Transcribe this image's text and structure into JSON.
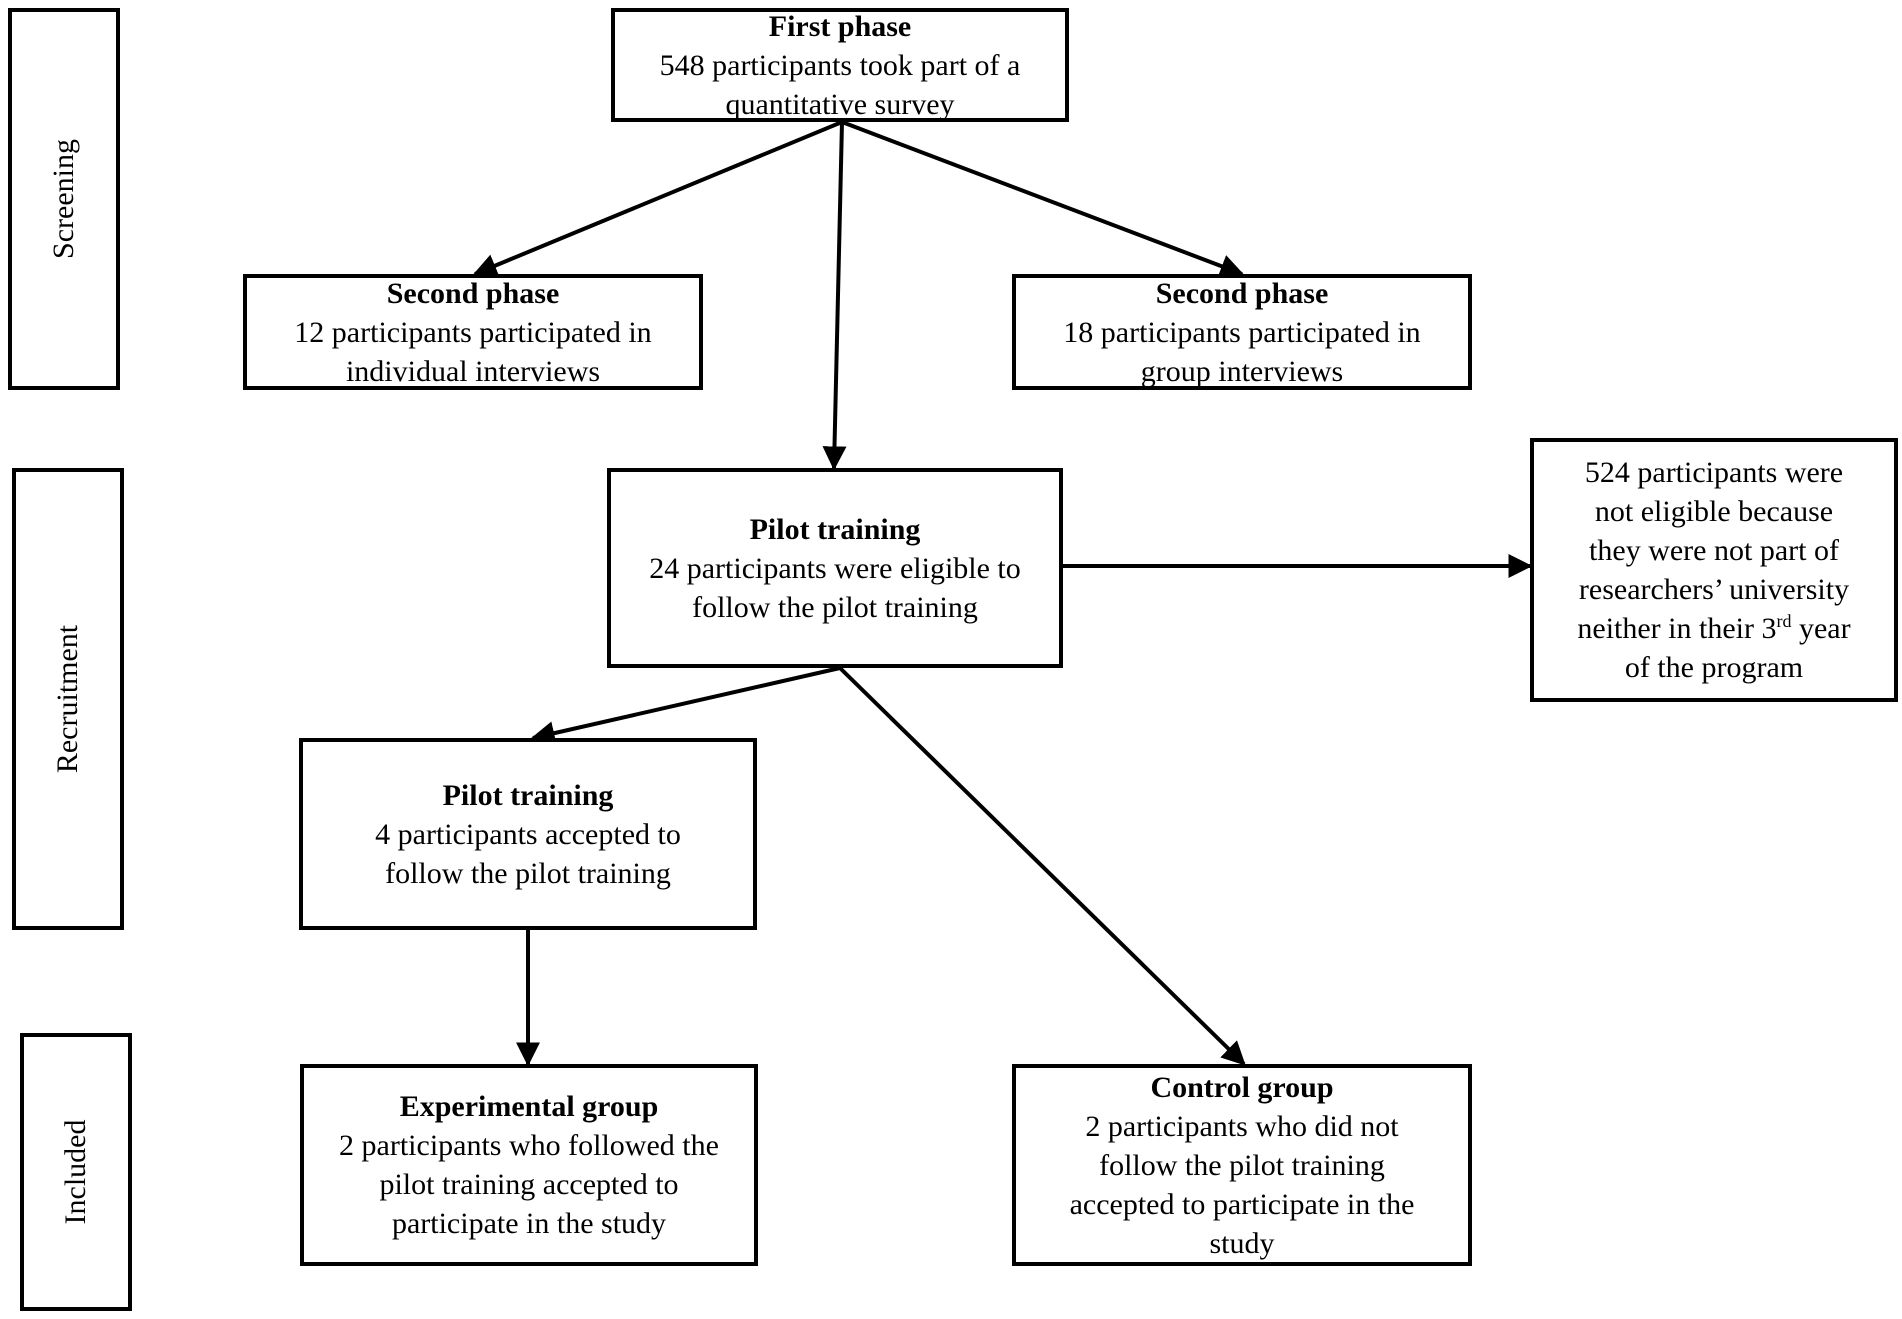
{
  "stages": {
    "screening": "Screening",
    "recruitment": "Recruitment",
    "included": "Included"
  },
  "boxes": {
    "first_phase": {
      "title": "First phase",
      "line1": "548 participants took part of a",
      "line2": "quantitative survey"
    },
    "second_phase_individual": {
      "title": "Second phase",
      "line1": "12 participants participated in",
      "line2": "individual interviews"
    },
    "second_phase_group": {
      "title": "Second phase",
      "line1": "18 participants participated in",
      "line2": "group interviews"
    },
    "pilot_training_eligible": {
      "title": "Pilot training",
      "line1": "24 participants were eligible to",
      "line2": "follow the pilot training"
    },
    "not_eligible": {
      "line1": "524 participants were",
      "line2": "not eligible because",
      "line3": "they were not part of",
      "line4": "researchers’ university",
      "line5_pre": "neither in their 3",
      "line5_sup": "rd",
      "line5_post": " year",
      "line6": "of the program"
    },
    "pilot_training_accepted": {
      "title": "Pilot training",
      "line1": "4 participants accepted to",
      "line2": "follow the pilot training"
    },
    "experimental_group": {
      "title": "Experimental group",
      "line1": "2 participants who followed the",
      "line2": "pilot training accepted to",
      "line3": "participate in the study"
    },
    "control_group": {
      "title": "Control group",
      "line1": "2 participants who did not",
      "line2": "follow the pilot training",
      "line3": "accepted to participate in the",
      "line4": "study"
    }
  }
}
